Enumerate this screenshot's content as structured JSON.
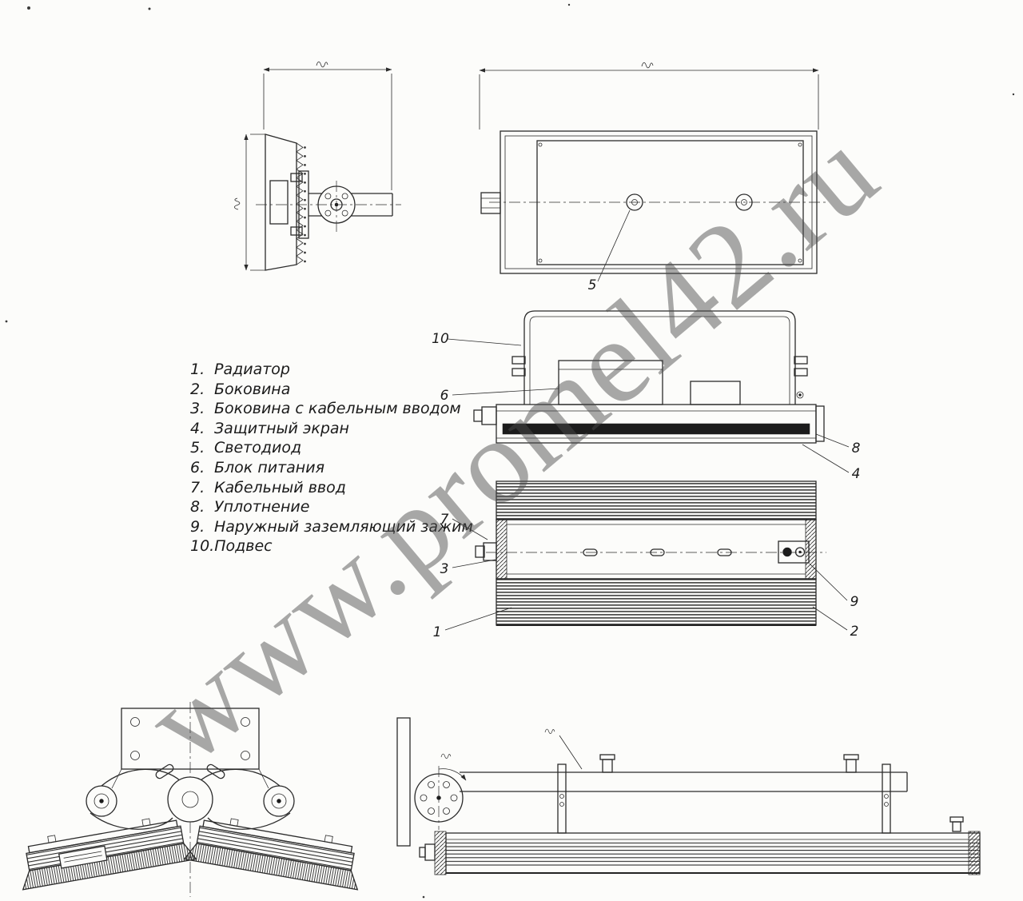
{
  "sheet": {
    "background": "#fcfcfa",
    "ink": "#2b2b2b"
  },
  "watermark": {
    "text": "www.promel42.ru"
  },
  "parts_list": {
    "items": [
      {
        "num": "1.",
        "label": "Радиатор"
      },
      {
        "num": "2.",
        "label": "Боковина"
      },
      {
        "num": "3.",
        "label": "Боковина с кабельным вводом"
      },
      {
        "num": "4.",
        "label": "Защитный экран"
      },
      {
        "num": "5.",
        "label": "Светодиод"
      },
      {
        "num": "6.",
        "label": "Блок питания"
      },
      {
        "num": "7.",
        "label": "Кабельный ввод"
      },
      {
        "num": "8.",
        "label": "Уплотнение"
      },
      {
        "num": "9.",
        "label": "Наружный заземляющий зажим"
      },
      {
        "num": "10.",
        "label": "Подвес"
      }
    ]
  },
  "callouts": {
    "led": "5",
    "suspension": "10",
    "power_supply": "6",
    "seal": "8",
    "protective_screen": "4",
    "cable_gland": "7",
    "side_panel_with_cable_entry": "3",
    "radiator": "1",
    "external_ground_clamp": "9",
    "side_panel": "2"
  }
}
